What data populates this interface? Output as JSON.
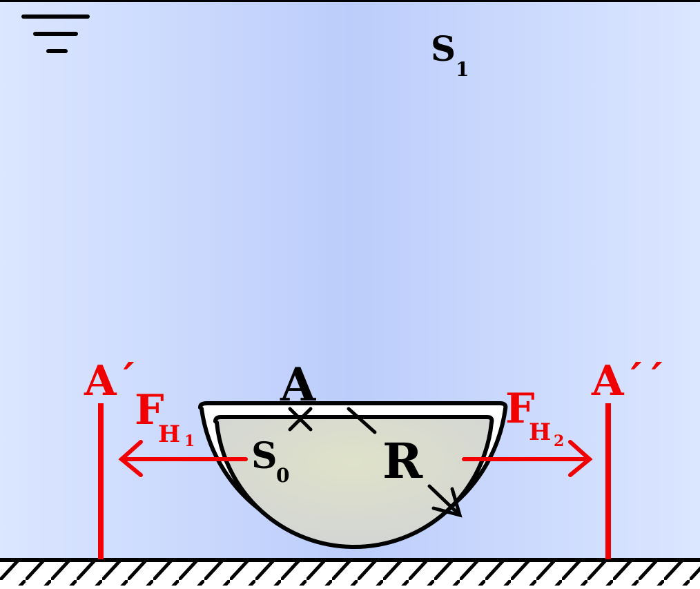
{
  "labels": {
    "s1_main": "S",
    "s1_sub": "1",
    "s0_main": "S",
    "s0_sub": "0",
    "point_a": "A",
    "a_prime": "A´",
    "a_double_prime": "A´´",
    "fh1_main": "F",
    "fh1_sub": "H",
    "fh1_index": "1",
    "fh2_main": "F",
    "fh2_sub": "H",
    "fh2_index": "2",
    "radius": "R"
  },
  "colors": {
    "water_edge": "#dbe6ff",
    "water_center": "#bccdfb",
    "body_fill_center": "#dfe2c8",
    "body_fill_edge": "#d4d6d4",
    "force": "#f00000",
    "outline": "#000000"
  },
  "icons": {
    "free_surface": "water-surface-icon",
    "point_marker": "x-mark-icon",
    "ground": "hatched-ground-icon"
  }
}
